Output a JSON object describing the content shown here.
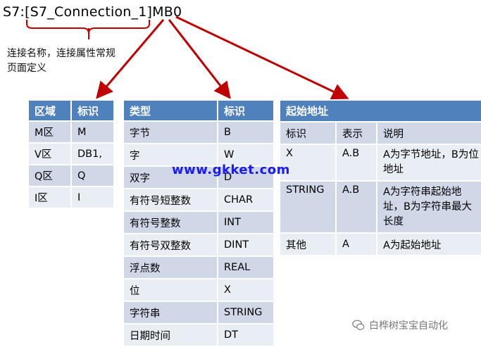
{
  "title": "S7:[S7_Connection_1]MB0",
  "note": "连接名称，连接属性常规页面定义",
  "area_table": {
    "headers": [
      "区域",
      "标识"
    ],
    "rows": [
      [
        "M区",
        "M"
      ],
      [
        "V区",
        "DB1,"
      ],
      [
        "Q区",
        "Q"
      ],
      [
        "I区",
        "I"
      ]
    ]
  },
  "type_table": {
    "headers": [
      "类型",
      "标识"
    ],
    "rows": [
      [
        "字节",
        "B"
      ],
      [
        "字",
        "W"
      ],
      [
        "双字",
        "D"
      ],
      [
        "有符号短整数",
        "CHAR"
      ],
      [
        "有符号整数",
        "INT"
      ],
      [
        "有符号双整数",
        "DINT"
      ],
      [
        "浮点数",
        "REAL"
      ],
      [
        "位",
        "X"
      ],
      [
        "字符串",
        "STRING"
      ],
      [
        "日期时间",
        "DT"
      ]
    ]
  },
  "start_table": {
    "title": "起始地址",
    "headers": [
      "标识",
      "表示",
      "说明"
    ],
    "rows": [
      [
        "X",
        "A.B",
        "A为字节地址，B为位地址"
      ],
      [
        "STRING",
        "A.B",
        "A为字符串起始地址，B为字符串最大长度"
      ],
      [
        "其他",
        "A",
        "A为起始地址"
      ]
    ]
  },
  "watermark": "www.gkket.com",
  "brand": "白桦树宝宝自动化",
  "colors": {
    "header": "#4f81bd",
    "row_odd": "#d0d8e8",
    "row_even": "#e9edf4",
    "arrow": "#c00000",
    "watermark": "#1a1aff"
  }
}
